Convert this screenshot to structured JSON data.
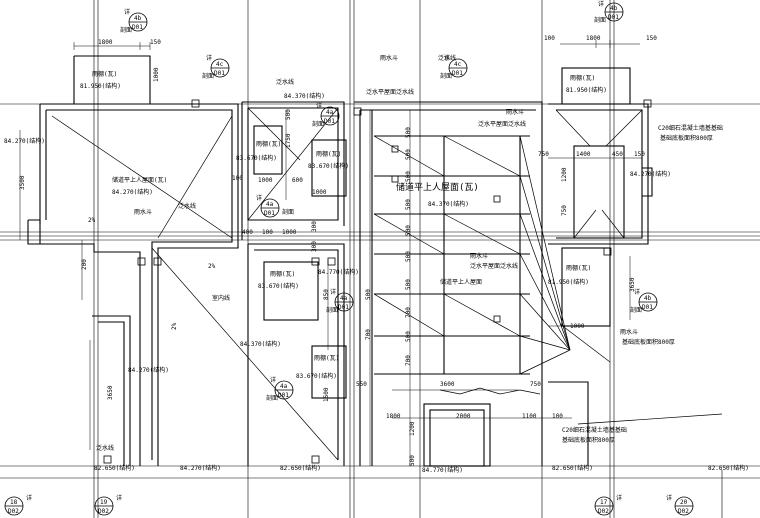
{
  "texts": {
    "r_b1_mach": "1800",
    "r_b1_150": "150",
    "r_b1_1000": "1000",
    "r_b1_roof": "雨棚(瓦)",
    "r_b1_elev": "81.950(结构)",
    "r_l_elev1": "84.270(结构)",
    "r_l_3500": "3500",
    "r_l_room": "储道平上人屋面(瓦)",
    "r_l_elev2": "84.270(结构)",
    "r_l_water": "雨水斗",
    "r_l_drain": "泛水线",
    "r_l_200": "200",
    "r_l_2pct1": "2%",
    "r_l_2pct2": "2%",
    "r_l_2pct3": "2%",
    "r_l_slope": "室内线",
    "r_l_3650": "3650",
    "r_l_elev3": "84.270(结构)",
    "r_l_drain2": "泛水线",
    "r_l_elev4": "82.650(结构)",
    "r_b_elev": "84.270(结构)",
    "r_c_elev": "84.370(结构)",
    "r_c_drain": "泛水线",
    "r_c_500a": "500",
    "r_c_1750": "1750",
    "r_c_roof1": "雨棚(瓦)",
    "r_c_elev1": "83.670(结构)",
    "r_c_roof2": "雨棚(瓦)",
    "r_c_elev2": "83.670(结构)",
    "r_c_1000a": "1000",
    "r_c_600": "600",
    "r_c_100a": "100",
    "r_c_1000b": "1000",
    "r_c_400": "400",
    "r_c_100b": "100",
    "r_c_1000c": "1000",
    "r_c_300a": "300",
    "r_c_300b": "300",
    "r_c_roof3": "雨棚(瓦)",
    "r_c_elev3": "83.670(结构)",
    "r_c_elev4": "84.770(结构)",
    "r_c_850": "850",
    "r_c_1500": "1500",
    "r_c_roof4": "雨棚(瓦)",
    "r_c_elev5": "83.670(结构)",
    "r_c_550": "550",
    "r_c_elev6": "84.370(结构)",
    "r_c_elev7": "82.650(结构)",
    "r_m_water1": "雨水斗",
    "r_m_drain1": "泛水线",
    "r_m_note1": "泛水平屋面泛水线",
    "r_m_water2": "雨水斗",
    "r_m_note2": "泛水平屋面泛水线",
    "r_m_title": "储道平上人屋面(瓦)",
    "r_m_elev1": "84.370(结构)",
    "r_m_water3": "雨水斗",
    "r_m_note3": "泛水平屋面泛水线",
    "r_m_room2": "储道平上人屋面",
    "r_m_3600": "3600",
    "r_m_750": "750",
    "r_m_1800": "1800",
    "r_m_2000": "2000",
    "r_m_1100": "1100",
    "r_m_1200": "1200",
    "r_m_500b": "500",
    "r_m_elev2": "84.770(结构)",
    "r_m_dims": [
      "500",
      "500",
      "500",
      "500",
      "500",
      "500",
      "500",
      "700",
      "500",
      "700",
      "500",
      "700"
    ],
    "r_r_150": "150",
    "r_r_1800": "1800",
    "r_r_100": "100",
    "r_r_roof": "雨棚(瓦)",
    "r_r_elev": "81.950(结构)",
    "r_r_c20": "C20细石混凝土墙基基础",
    "r_r_c20b": "基础底板面积800厚",
    "r_r_750": "750",
    "r_r_1400": "1400",
    "r_r_450": "450",
    "r_r_150b": "150",
    "r_r_1200": "1200",
    "r_r_750b": "750",
    "r_r_elev2": "84.270(结构)",
    "r_r_roof2": "雨棚(瓦)",
    "r_r_elev3": "81.950(结构)",
    "r_r_3650": "3650",
    "r_r_1000": "1000",
    "r_r_water": "雨水斗",
    "r_r_note": "基础底板面积800厚",
    "r_r_c20c": "C20细石混凝土墙基基础",
    "r_r_c20d": "基础底板面积800厚",
    "r_r_100b": "100",
    "r_r_elev4": "82.650(结构)",
    "r_r_elev5": "82.650(结构)"
  },
  "callouts": [
    {
      "top": "4b",
      "bottom": "D01",
      "label": "详",
      "side": "剖面"
    },
    {
      "top": "4c",
      "bottom": "D01",
      "label": "详",
      "side": "剖面"
    },
    {
      "top": "4a",
      "bottom": "D01",
      "label": "详",
      "side": "剖面"
    },
    {
      "top": "4a",
      "bottom": "D01",
      "label": "详",
      "side": "剖面"
    },
    {
      "top": "4a",
      "bottom": "D01",
      "label": "详",
      "side": "剖面"
    },
    {
      "top": "4a",
      "bottom": "D01",
      "label": "详",
      "side": "剖面"
    },
    {
      "top": "4c",
      "bottom": "D01",
      "label": "详",
      "side": "剖面"
    },
    {
      "top": "4b",
      "bottom": "D01",
      "label": "详",
      "side": "剖面"
    },
    {
      "top": "4b",
      "bottom": "D01",
      "label": "详",
      "side": "剖面"
    },
    {
      "top": "18",
      "bottom": "D02",
      "label": "详",
      "side": ""
    },
    {
      "top": "19",
      "bottom": "D02",
      "label": "详",
      "side": ""
    },
    {
      "top": "17",
      "bottom": "D02",
      "label": "详",
      "side": ""
    },
    {
      "top": "20",
      "bottom": "D02",
      "label": "详",
      "side": ""
    }
  ]
}
